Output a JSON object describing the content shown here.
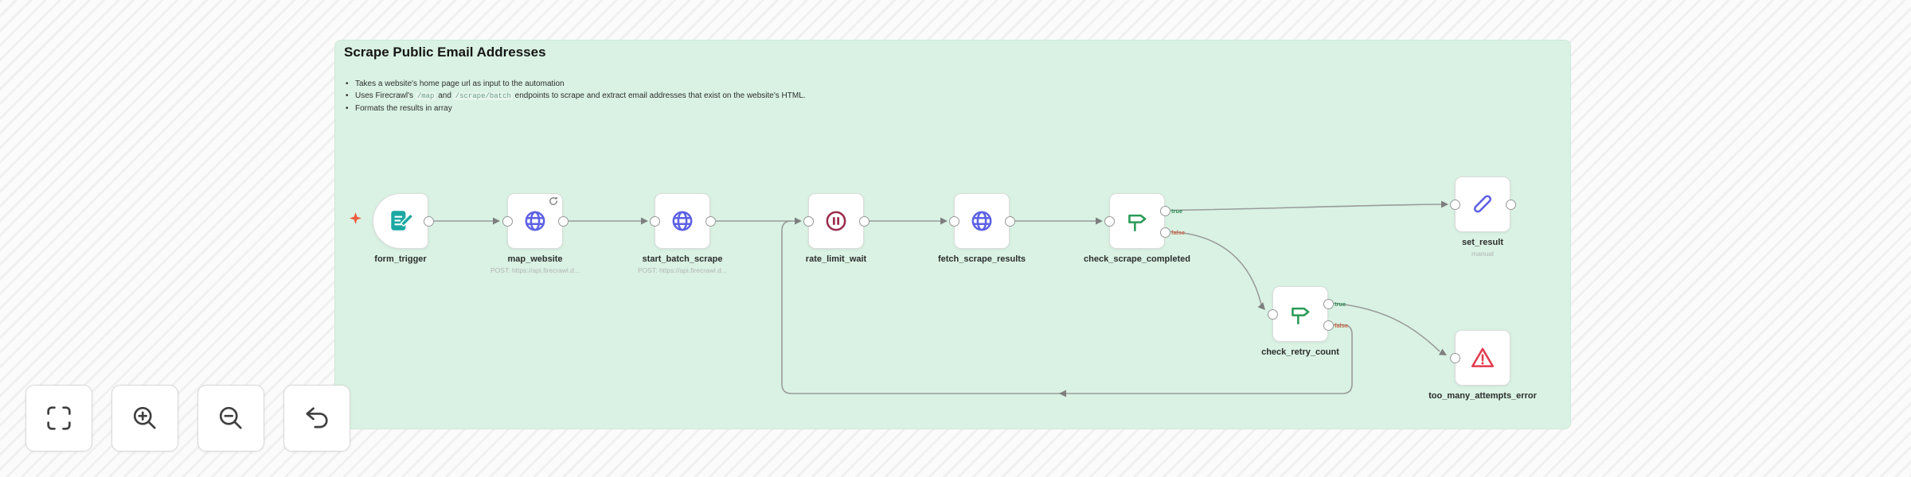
{
  "panel": {
    "title": "Scrape Public Email Addresses",
    "bullets": {
      "b1": "Takes a website's home page url as input to the automation",
      "b2_pre": "Uses Firecrawl's ",
      "b2_code1": "/map",
      "b2_mid": " and ",
      "b2_code2": "/scrape/batch",
      "b2_post": " endpoints to scrape and extract email addresses that exist on the website's HTML.",
      "b3": "Formats the results in array"
    }
  },
  "nodes": {
    "form_trigger": {
      "label": "form_trigger"
    },
    "map_website": {
      "label": "map_website",
      "sub": "POST: https://api.firecrawl.d..."
    },
    "start_batch_scrape": {
      "label": "start_batch_scrape",
      "sub": "POST: https://api.firecrawl.d..."
    },
    "rate_limit_wait": {
      "label": "rate_limit_wait"
    },
    "fetch_scrape_results": {
      "label": "fetch_scrape_results"
    },
    "check_scrape_completed": {
      "label": "check_scrape_completed",
      "out_true": "true",
      "out_false": "false"
    },
    "set_result": {
      "label": "set_result",
      "sub": "manual"
    },
    "check_retry_count": {
      "label": "check_retry_count",
      "out_true": "true",
      "out_false": "false"
    },
    "too_many_attempts_error": {
      "label": "too_many_attempts_error"
    }
  },
  "icons": {
    "form_trigger": "form-pencil-icon",
    "map_website": "globe-icon",
    "start_batch_scrape": "globe-icon",
    "rate_limit_wait": "pause-icon",
    "fetch_scrape_results": "globe-icon",
    "check_scrape_completed": "signpost-icon",
    "set_result": "pencil-icon",
    "check_retry_count": "signpost-icon",
    "too_many_attempts_error": "warning-icon",
    "controls": [
      "fit-view-icon",
      "zoom-in-icon",
      "zoom-out-icon",
      "undo-icon"
    ]
  },
  "colors": {
    "sticky_bg": "#d9f2e3",
    "node_border": "#dcdcdc",
    "wire": "#9b9b9b",
    "teal": "#1ba8a2",
    "indigo": "#5d61e4",
    "maroon": "#9a2c4c",
    "green": "#2a9a56",
    "red": "#e23b4e",
    "coral": "#ee5b3f",
    "true_label": "#2e8b57",
    "false_label": "#c9674a"
  }
}
